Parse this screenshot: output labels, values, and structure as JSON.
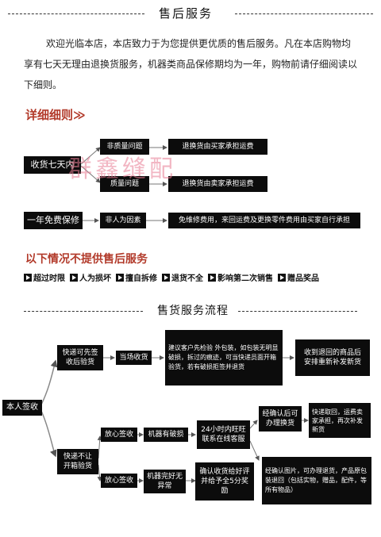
{
  "header": {
    "title": "售后服务"
  },
  "intro": {
    "text": "欢迎光临本店，本店致力于为您提供更优质的售后服务。凡在本店购物均享有七天无理由退换货服务，机器类商品保修期均为一年，购物前请仔细阅读以下细则。"
  },
  "details": {
    "title": "详细细则≫",
    "seven_day": {
      "label": "收货七天内",
      "non_quality": "非质量问题",
      "non_quality_result": "退换货由买家承担运费",
      "quality": "质量问题",
      "quality_result": "退换货由卖家承担运费"
    },
    "warranty": {
      "label": "一年免费保修",
      "cause": "非人为因素",
      "result": "免维修费用，来回运费及更换零件费用由买家自行承担"
    }
  },
  "exclusions": {
    "title": "以下情况不提供售后服务",
    "items": [
      "超过时限",
      "人为损坏",
      "擅自拆修",
      "退货不全",
      "影响第二次销售",
      "赠品奖品"
    ]
  },
  "flow": {
    "title": "售货服务流程",
    "self_sign": "本人签收",
    "path_a": {
      "courier": "快递可先签\n收后验货",
      "inspect": "当场收货",
      "advice": "建议客户先检验 外包装，如包装无明显破损，拆过的痕迹，可当快递员面开箱验货，若有破损拒签并退货",
      "return": "收到退回的商品后\n安排重新补发新货"
    },
    "path_b": {
      "courier": "快递不让\n开箱验货",
      "sign1": "放心签收",
      "broken": "机器有破损",
      "contact": "24小时内旺旺\n联系在线客服",
      "confirm": "经确认后可\n办理换货",
      "ship_back": "快递取回，运费卖家承担，再次补发新货",
      "sign2": "放心签收",
      "intact": "机器完好无\n异常",
      "review": "确认收货给好评\n并给予全5分奖\n励",
      "photo_confirm": "经确认图片，可办理退货，产品原包装退回（包括实物，赠品，配件，等所有物品）"
    }
  },
  "watermark": {
    "text": "群鑫缝配"
  }
}
